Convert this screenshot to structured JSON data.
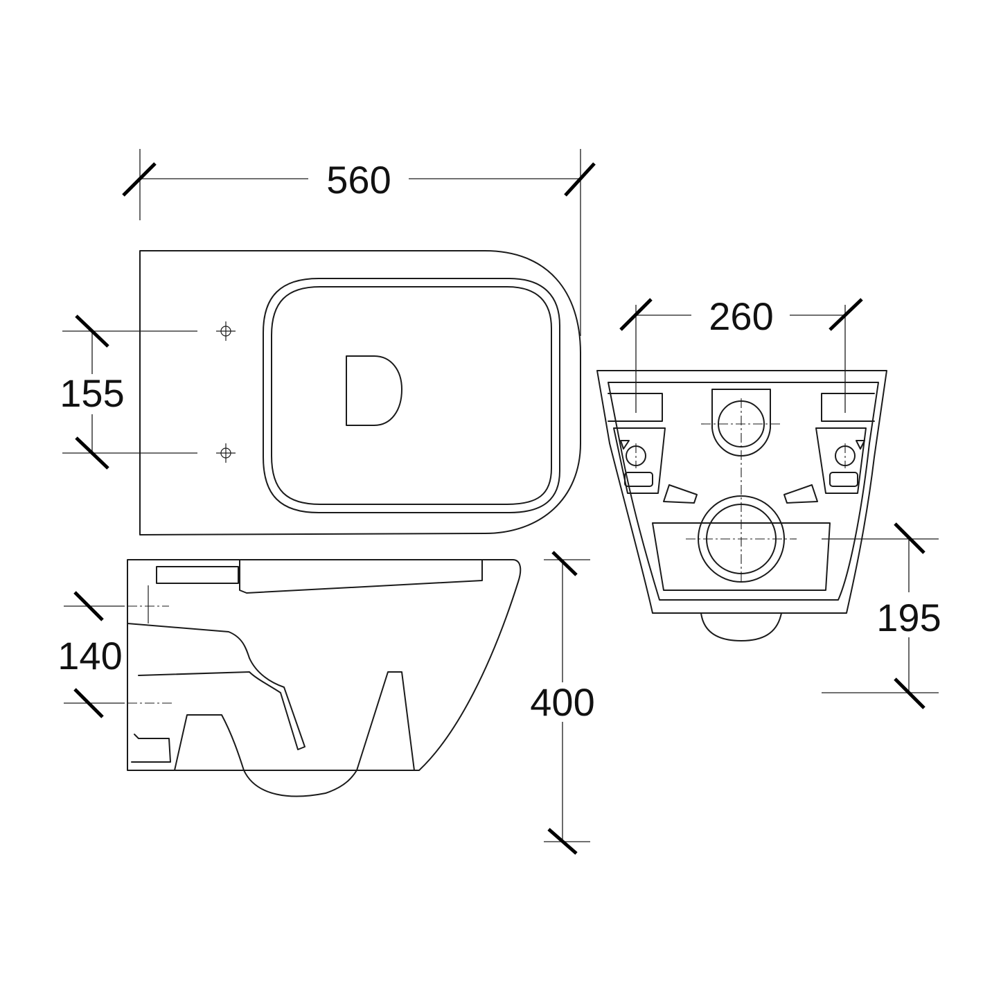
{
  "dimensions": {
    "overall_length": "560",
    "seat_fixing_spacing": "155",
    "wall_fixing_spacing": "260",
    "outlet_height": "195",
    "inlet_spacing": "140",
    "overall_height": "400"
  },
  "colors": {
    "line": "#1a1a1a",
    "background": "#ffffff"
  }
}
